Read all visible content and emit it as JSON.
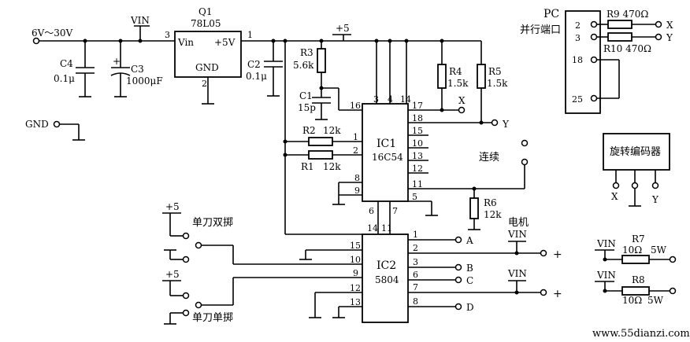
{
  "supply": {
    "input_label": "6V～30V",
    "vin": "VIN",
    "gnd": "GND",
    "plus5": "+5"
  },
  "regulator": {
    "ref": "Q1",
    "part": "78L05",
    "vin_label": "Vin",
    "vout_label": "+5V",
    "gnd_label": "GND",
    "pin_in": "3",
    "pin_out": "1",
    "pin_gnd": "2"
  },
  "components": {
    "c4_ref": "C4",
    "c4_val": "0.1μ",
    "c3_ref": "C3",
    "c3_val": "1000μF",
    "c2_ref": "C2",
    "c2_val": "0.1μ",
    "c1_ref": "C1",
    "c1_val": "15p",
    "r3_ref": "R3",
    "r3_val": "5.6k",
    "r4_ref": "R4",
    "r4_val": "1.5k",
    "r5_ref": "R5",
    "r5_val": "1.5k",
    "r2_ref": "R2",
    "r2_val": "12k",
    "r1_ref": "R1",
    "r1_val": "12k",
    "r6_ref": "R6",
    "r6_val": "12k",
    "r7_ref": "R7",
    "r7_val": "10Ω",
    "r7_power": "5W",
    "r8_ref": "R8",
    "r8_val": "10Ω",
    "r8_power": "5W",
    "r9": "R9 470Ω",
    "r10": "R10 470Ω"
  },
  "ic1": {
    "name": "IC1",
    "part": "16C54",
    "pins_top": [
      "3",
      "4",
      "14"
    ],
    "pin16": "16",
    "pin17": "17",
    "pin18": "18",
    "pin15": "15",
    "pin10": "10",
    "pin13": "13",
    "pin12": "12",
    "pin11": "11",
    "pin1": "1",
    "pin2": "2",
    "pin8": "8",
    "pin9": "9",
    "pin5": "5",
    "pin6": "6",
    "pin7": "7"
  },
  "ic2": {
    "name": "IC2",
    "part": "5804",
    "pin14": "14",
    "pin11": "11",
    "pin15": "15",
    "pin10": "10",
    "pin9": "9",
    "pin12": "12",
    "pin13": "13",
    "pin1": "1",
    "pin2": "2",
    "pin3": "3",
    "pin6": "6",
    "pin7": "7",
    "pin8": "8"
  },
  "outputs": {
    "A": "A",
    "B": "B",
    "C": "C",
    "D": "D",
    "X": "X",
    "Y": "Y",
    "motor": "电机",
    "plus": "+"
  },
  "switches": {
    "dpdt": "单刀双掷",
    "spdt": "单刀单掷",
    "continuous": "连续"
  },
  "pc_port": {
    "title": "PC",
    "subtitle": "并行端口",
    "pins": [
      "2",
      "3",
      "18",
      "25"
    ],
    "x": "X",
    "y": "Y"
  },
  "encoder": {
    "title": "旋转编码器",
    "x": "X",
    "y": "Y"
  },
  "watermark": "www.55dianzi.com"
}
